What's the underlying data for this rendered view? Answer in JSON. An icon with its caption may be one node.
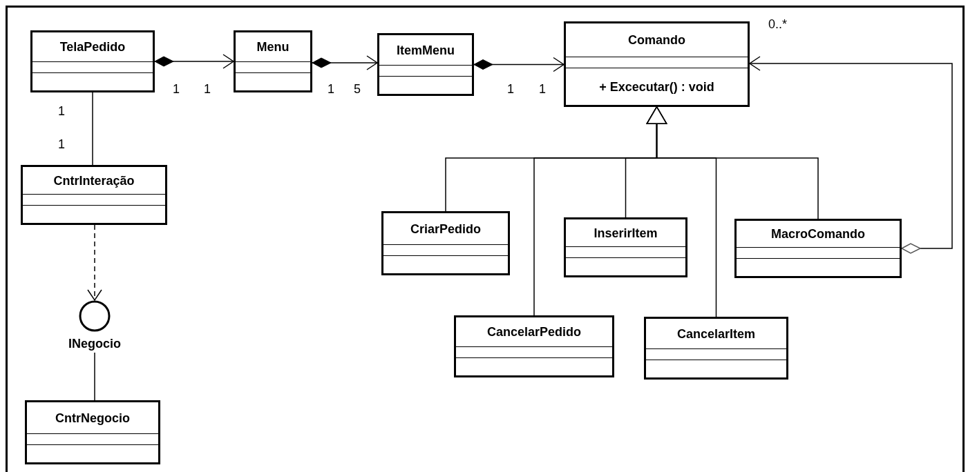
{
  "diagram": {
    "nodes": [
      {
        "text": [
          "TelaPedido"
        ]
      },
      {
        "text": [
          "Menu"
        ]
      },
      {
        "text": [
          "ItemMenu"
        ]
      },
      {
        "text": [
          "Comando",
          "+ Excecutar() : void"
        ]
      },
      {
        "text": [
          "CntrInteração"
        ]
      },
      {
        "text": [
          "INegocio"
        ]
      },
      {
        "text": [
          "CntrNegocio"
        ]
      },
      {
        "text": [
          "CriarPedido"
        ]
      },
      {
        "text": [
          "InserirItem"
        ]
      },
      {
        "text": [
          "MacroComando"
        ]
      },
      {
        "text": [
          "CancelarPedido"
        ]
      },
      {
        "text": [
          "CancelarItem"
        ]
      }
    ],
    "edges": [
      {
        "from": 0,
        "to": 1,
        "arrow": "to"
      },
      {
        "from": 1,
        "to": 2,
        "arrow": "to"
      },
      {
        "from": 2,
        "to": 3,
        "arrow": "to"
      },
      {
        "from": 0,
        "to": 4,
        "arrow": "none"
      },
      {
        "from": 4,
        "to": 5,
        "arrow": "to",
        "style": "dashed"
      },
      {
        "from": 5,
        "to": 6,
        "arrow": "none"
      },
      {
        "from": 7,
        "to": 3,
        "arrow": "to"
      },
      {
        "from": 10,
        "to": 3,
        "arrow": "to"
      },
      {
        "from": 8,
        "to": 3,
        "arrow": "to"
      },
      {
        "from": 11,
        "to": 3,
        "arrow": "to"
      },
      {
        "from": 9,
        "to": 3,
        "arrow": "to"
      },
      {
        "from": 9,
        "to": 3,
        "arrow": "to"
      }
    ],
    "labels": [
      "0..*",
      "1",
      "1",
      "1",
      "5",
      "1",
      "1",
      "1",
      "1"
    ]
  }
}
